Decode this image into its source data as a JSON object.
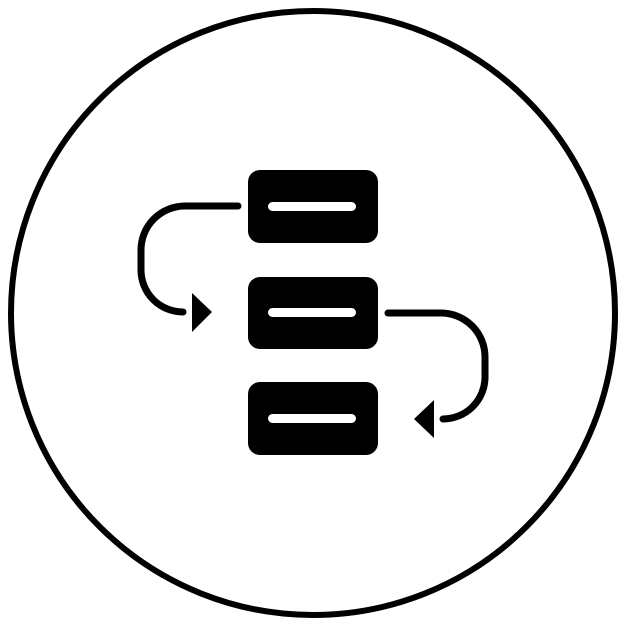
{
  "icon": {
    "name": "workflow-process-icon",
    "style": "glyph",
    "elements": [
      "circle-outline",
      "block-1",
      "block-2",
      "block-3",
      "arrow-1",
      "arrow-2"
    ]
  },
  "colors": {
    "stroke": "#000000",
    "fill": "#000000",
    "background": "#ffffff",
    "bar": "#ffffff"
  }
}
